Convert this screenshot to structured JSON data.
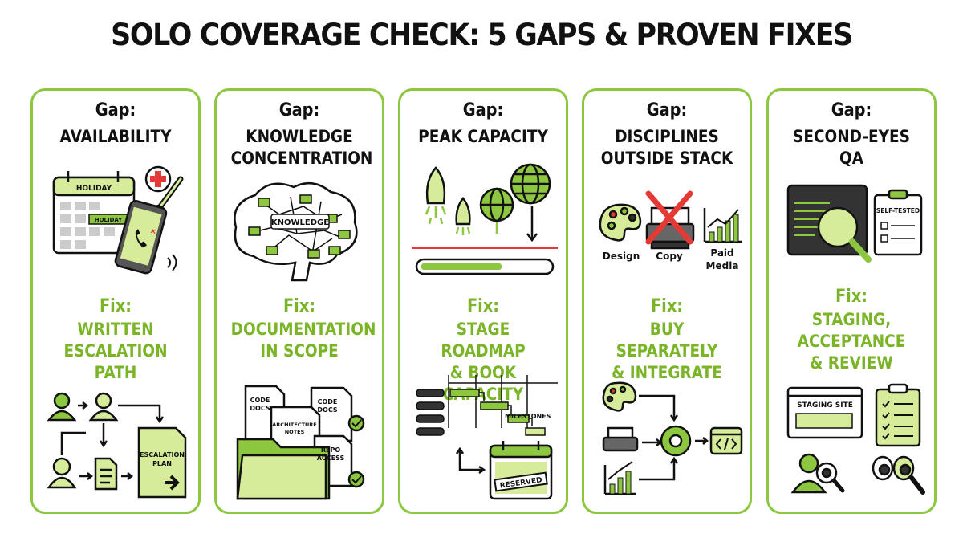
{
  "title": "SOLO COVERAGE CHECK: 5 GAPS & PROVEN FIXES",
  "gap_label": "Gap:",
  "fix_label": "Fix:",
  "cards": [
    {
      "gap": "AVAILABILITY",
      "fix": "WRITTEN\nESCALATION\nPATH",
      "labels": {
        "holiday": "HOLIDAY",
        "escalation": "ESCALATION",
        "plan": "PLAN"
      }
    },
    {
      "gap": "KNOWLEDGE CONCENTRATION",
      "fix": "DOCUMENTATION\nIN SCOPE",
      "labels": {
        "knowledge": "KNOWLEDGE",
        "code": "CODE",
        "docs": "DOCS",
        "architecture": "ARCHITECTURE",
        "notes": "NOTES",
        "repo": "REPO",
        "access": "ACCESS"
      }
    },
    {
      "gap": "PEAK CAPACITY",
      "fix": "STAGE ROADMAP\n& BOOK CAPACITY",
      "labels": {
        "milestones": "MILESTONES",
        "reserved": "RESERVED"
      }
    },
    {
      "gap": "DISCIPLINES OUTSIDE STACK",
      "fix": "BUY SEPARATELY\n& INTEGRATE",
      "labels": {
        "design": "Design",
        "copy": "Copy",
        "paid": "Paid",
        "media": "Media"
      }
    },
    {
      "gap": "SECOND-EYES QA",
      "fix": "STAGING,\nACCEPTANCE\n& REVIEW",
      "labels": {
        "self_tested": "SELF-TESTED",
        "staging_site": "STAGING SITE"
      }
    }
  ],
  "colors": {
    "border": "#8dc63f",
    "fix_text": "#7ab527",
    "light_fill": "#d6ec9a",
    "cross": "#e53935"
  }
}
